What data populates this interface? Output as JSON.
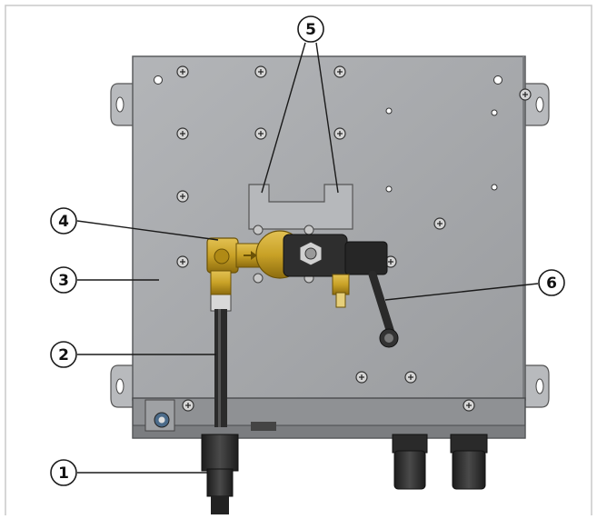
{
  "callouts": [
    {
      "id": "callout-1",
      "label": "1"
    },
    {
      "id": "callout-2",
      "label": "2"
    },
    {
      "id": "callout-3",
      "label": "3"
    },
    {
      "id": "callout-4",
      "label": "4"
    },
    {
      "id": "callout-5",
      "label": "5"
    },
    {
      "id": "callout-6",
      "label": "6"
    }
  ],
  "colors": {
    "frame_border": "#c8c8c8",
    "panel": "#a4a6a9",
    "panel_dark": "#8e9093",
    "brass": "#c9a227",
    "brass_dark": "#9a7a12",
    "hose": "#2b2b2b",
    "callout_stroke": "#1a1a1a"
  },
  "icons": [
    "screw-icon",
    "cable-gland-icon",
    "solenoid-valve-icon",
    "connector-icon"
  ]
}
